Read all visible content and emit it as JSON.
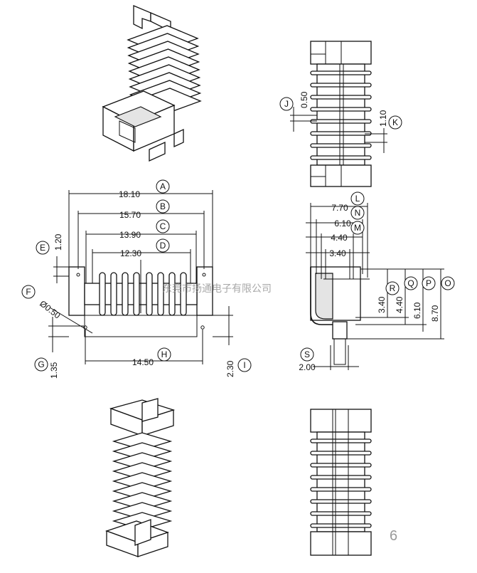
{
  "dimensions": {
    "A": "18.10",
    "B": "15.70",
    "C": "13.90",
    "D": "12.30",
    "E": "1.20",
    "F": "Ø0.50",
    "G": "1.35",
    "H": "14.50",
    "I": "2.30",
    "J": "0.50",
    "K": "1.10",
    "L": "7.70",
    "N": "6.10",
    "M": "4.40",
    "M2": "3.40",
    "R": "3.40",
    "Q": "4.40",
    "P": "6.10",
    "O": "8.70",
    "S": "2.00"
  },
  "callouts": [
    "A",
    "B",
    "C",
    "D",
    "E",
    "F",
    "G",
    "H",
    "I",
    "J",
    "K",
    "L",
    "N",
    "M",
    "R",
    "Q",
    "P",
    "O",
    "S"
  ],
  "watermark": "东莞市扬通电子有限公司",
  "page_number": "6"
}
